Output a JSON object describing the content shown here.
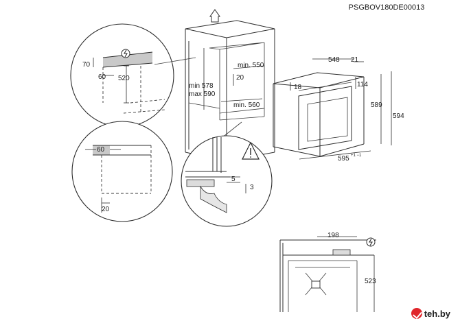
{
  "diagram": {
    "code": "PSGBOV180DE00013",
    "dims": {
      "d70": "70",
      "d60a": "60",
      "d520": "520",
      "min578": "min 578",
      "max590": "max 590",
      "min550": "min. 550",
      "d20a": "20",
      "min560": "min. 560",
      "d548": "548",
      "d21": "21",
      "d18": "18",
      "d114": "114",
      "d589": "589",
      "d594": "594",
      "d595": "595",
      "d595tol": "+1 −1",
      "d60b": "60",
      "d20b": "20",
      "d5": "5",
      "d3": "3",
      "d198": "198",
      "d523": "523"
    },
    "icons": [
      "arrow-up-icon",
      "electric-warning-icon",
      "caution-triangle-icon"
    ]
  },
  "watermark": {
    "text": "teh.by",
    "color": "#e0262b"
  }
}
